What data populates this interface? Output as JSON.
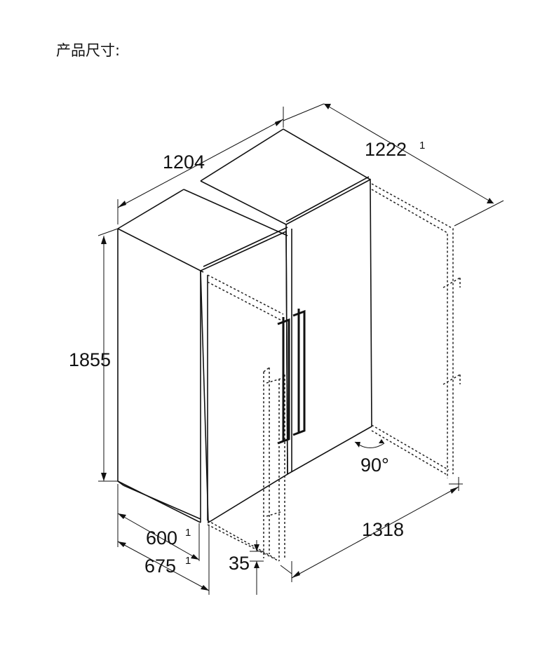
{
  "title": "产品尺寸:",
  "dimensions": {
    "width": "1204",
    "depth_open": "1222",
    "depth_open_note": "1",
    "height": "1855",
    "depth_body": "600",
    "depth_body_note": "1",
    "depth_total": "675",
    "depth_total_note": "1",
    "base_gap": "35",
    "open_width": "1318",
    "door_angle": "90°"
  }
}
